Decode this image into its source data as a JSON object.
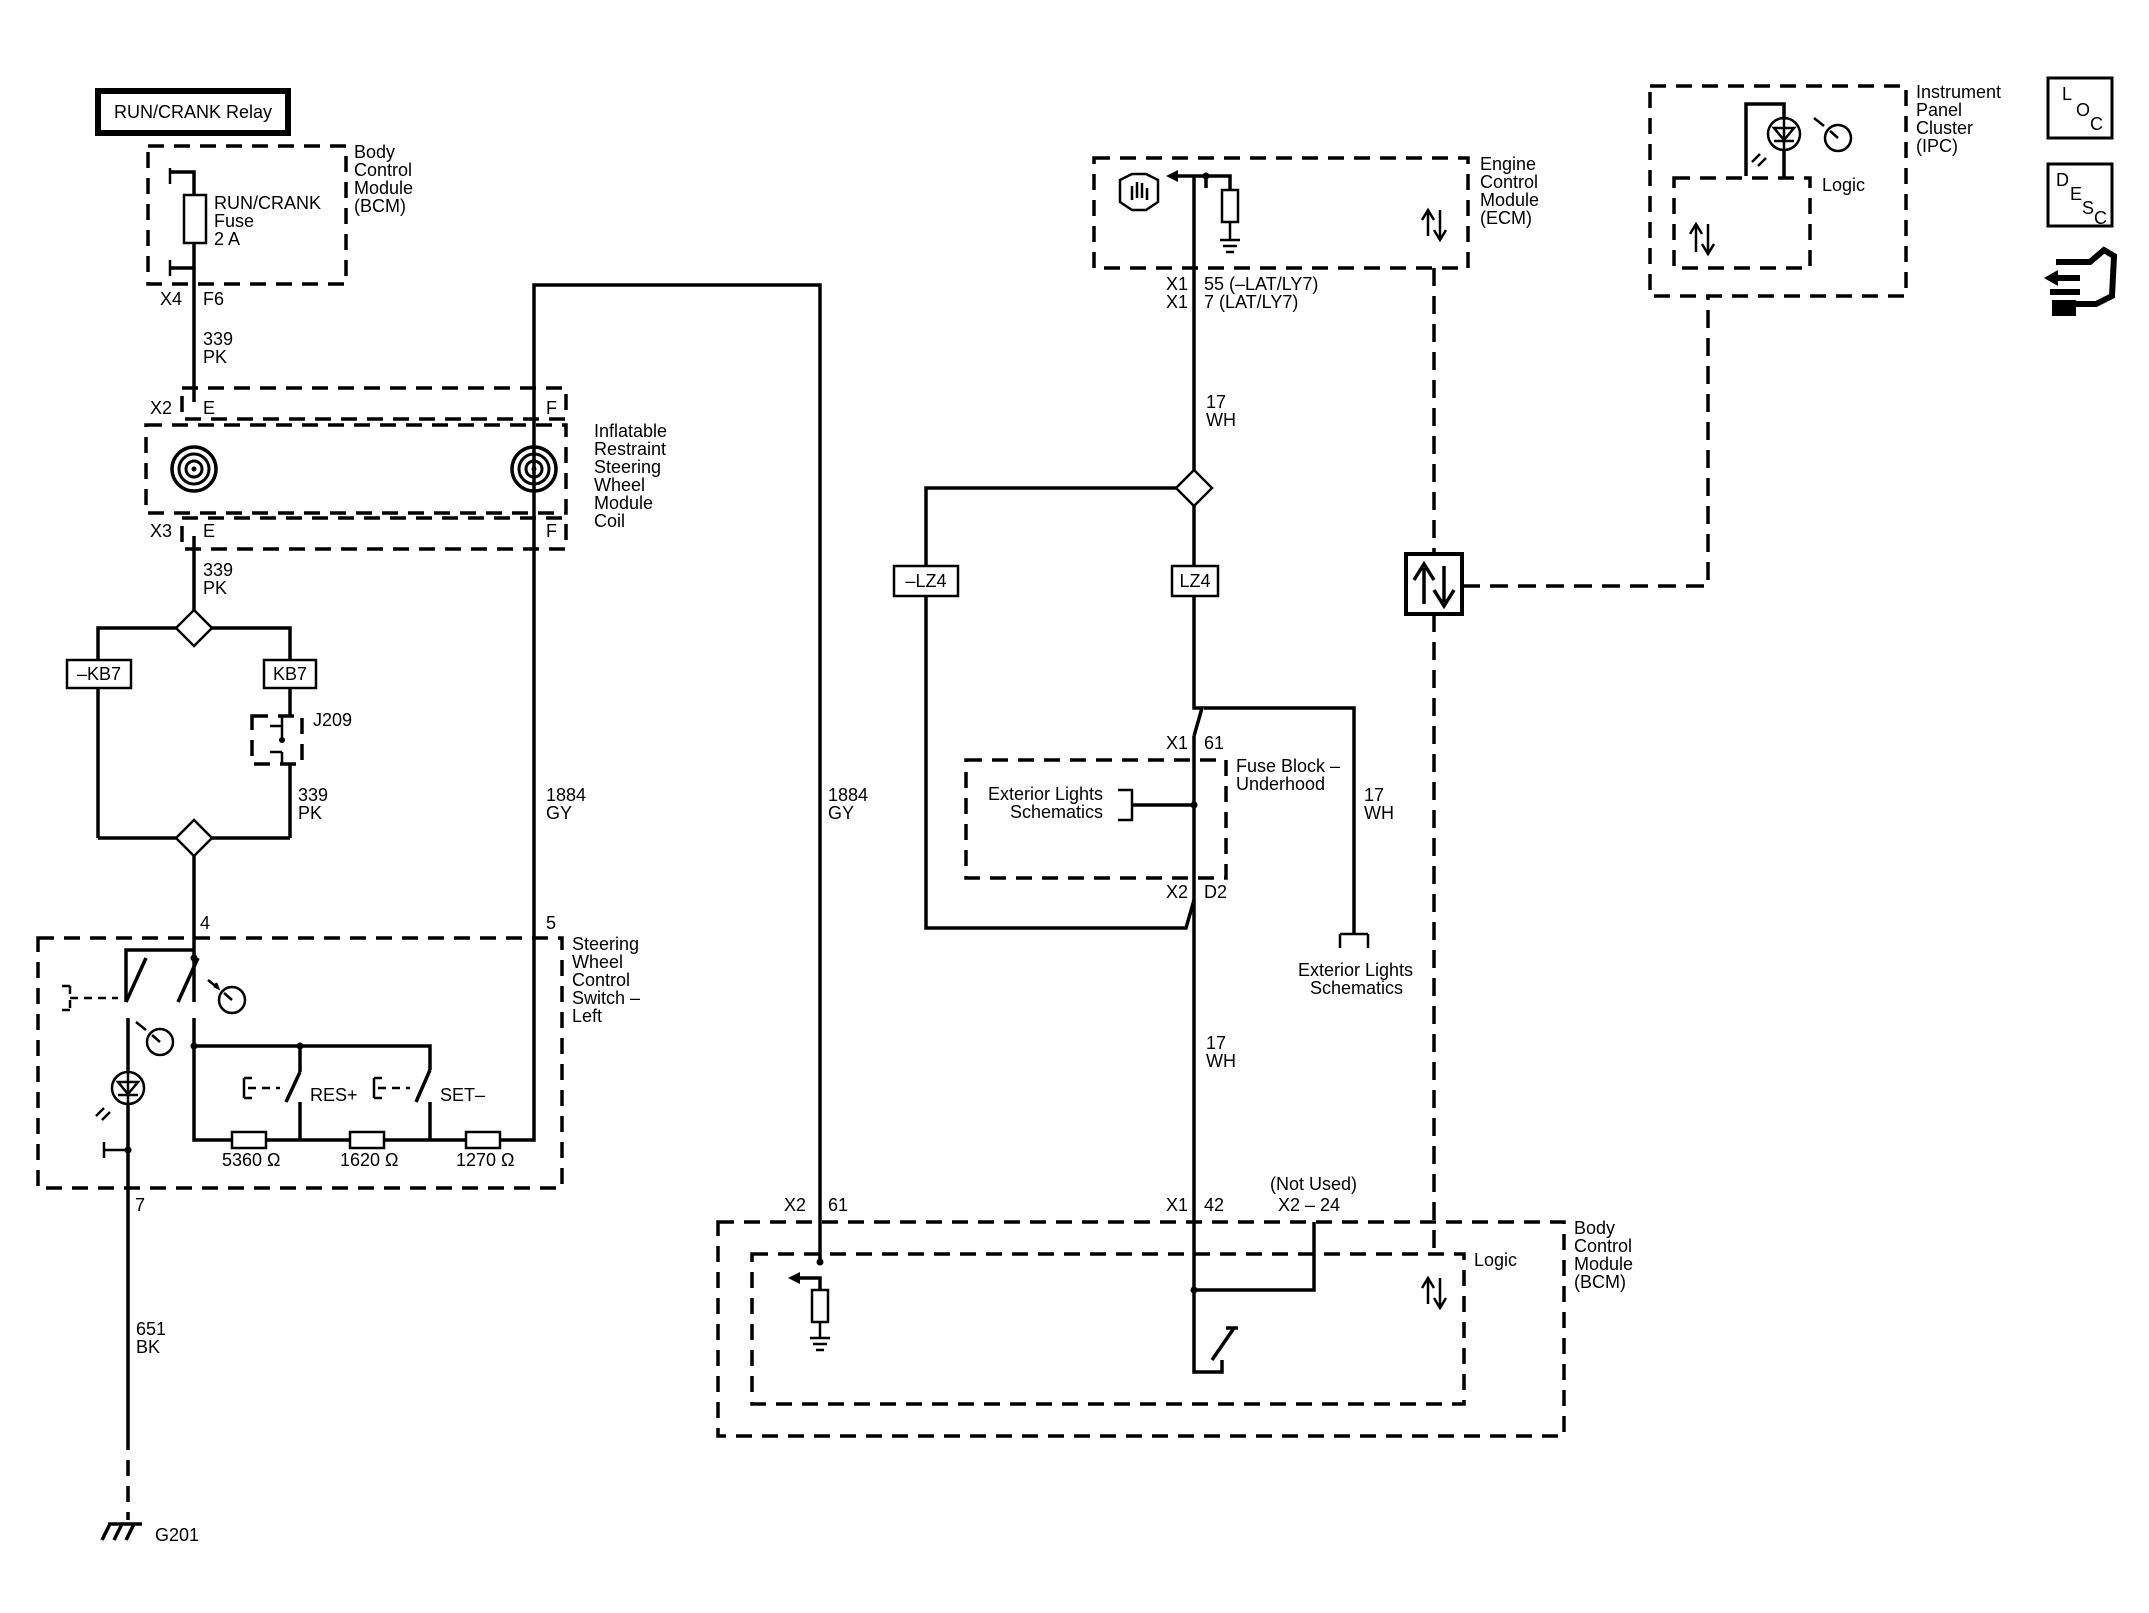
{
  "relay_label": "RUN/CRANK Relay",
  "bcm_top": {
    "name": [
      "Body",
      "Control",
      "Module",
      "(BCM)"
    ],
    "fuse": [
      "RUN/CRANK",
      "Fuse",
      "2 A"
    ],
    "conn": "X4",
    "pin": "F6"
  },
  "wire_339_pk": {
    "num": "339",
    "color": "PK"
  },
  "coil": {
    "name": [
      "Inflatable",
      "Restraint",
      "Steering",
      "Wheel",
      "Module",
      "Coil"
    ],
    "x2": "X2",
    "x3": "X3",
    "pin_e": "E",
    "pin_f": "F"
  },
  "options": {
    "minus_kb7": "–KB7",
    "kb7": "KB7",
    "minus_lz4": "–LZ4",
    "lz4": "LZ4"
  },
  "j209": "J209",
  "wire_1884_gy": {
    "num": "1884",
    "color": "GY"
  },
  "switch": {
    "name": [
      "Steering",
      "Wheel",
      "Control",
      "Switch –",
      "Left"
    ],
    "pin4": "4",
    "pin5": "5",
    "pin7": "7",
    "res": "RES+",
    "set": "SET–",
    "r1": "5360 Ω",
    "r2": "1620 Ω",
    "r3": "1270 Ω"
  },
  "wire_651_bk": {
    "num": "651",
    "color": "BK"
  },
  "ground": "G201",
  "ecm": {
    "name": [
      "Engine",
      "Control",
      "Module",
      "(ECM)"
    ],
    "conn1": "X1",
    "conn2": "X1",
    "pin1": "55 (–LAT/LY7)",
    "pin2": "7 (LAT/LY7)"
  },
  "wire_17_wh": {
    "num": "17",
    "color": "WH"
  },
  "fuse_block": {
    "name": [
      "Fuse Block –",
      "Underhood"
    ],
    "x1": "X1",
    "pin61": "61",
    "x2": "X2",
    "pind2": "D2"
  },
  "ext_lights": [
    "Exterior Lights",
    "Schematics"
  ],
  "ipc": {
    "name": [
      "Instrument",
      "Panel",
      "Cluster",
      "(IPC)"
    ],
    "logic": "Logic"
  },
  "bcm_bottom": {
    "name": [
      "Body",
      "Control",
      "Module",
      "(BCM)"
    ],
    "logic": "Logic",
    "x2": "X2",
    "pin61": "61",
    "x1": "X1",
    "pin42": "42",
    "not_used": "(Not Used)",
    "x2_24": "X2 – 24"
  },
  "nav": {
    "loc": [
      "L",
      "O",
      "C"
    ],
    "desc": [
      "D",
      "E",
      "S",
      "C"
    ]
  }
}
